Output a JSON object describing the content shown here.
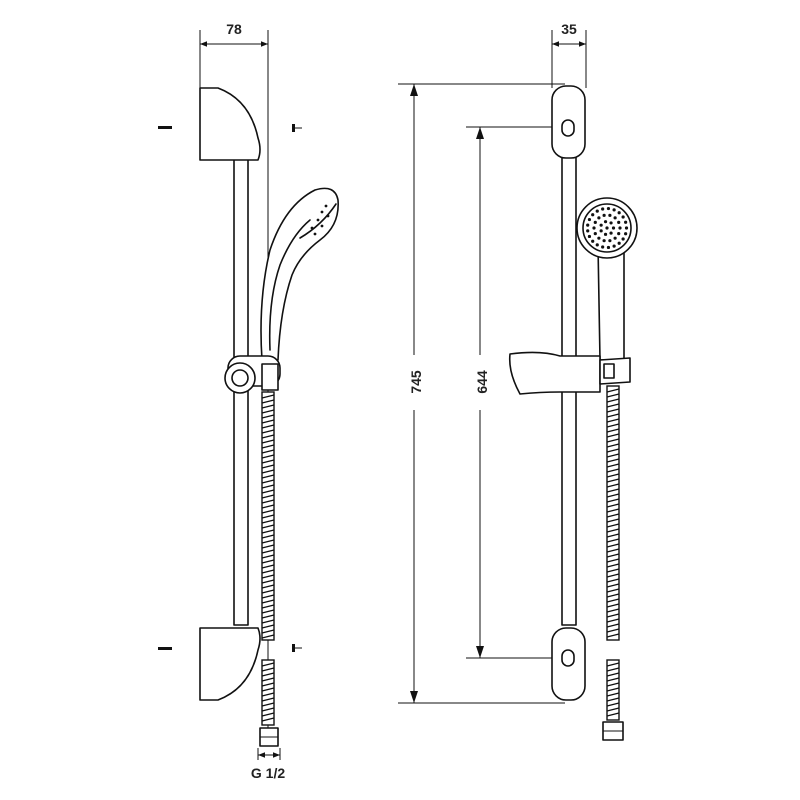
{
  "dimensions": {
    "side_width": "78",
    "front_width": "35",
    "total_height": "745",
    "bracket_spacing": "644",
    "thread": "G 1/2"
  }
}
